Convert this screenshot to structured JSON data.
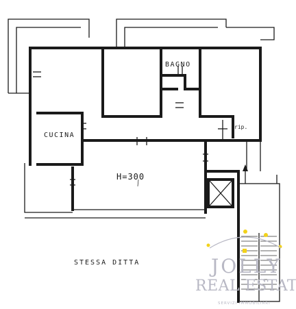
{
  "plan": {
    "rooms": {
      "bath": "BAGNO",
      "kitchen": "CUCINA",
      "living_height": "H=300",
      "closet": "rip."
    },
    "note": "STESSA DITTA"
  },
  "watermark": {
    "line1": "JOLLY",
    "line2": "REAL ESTATE",
    "line3": "SERVIZI IMMOBILIARI",
    "color": "#b8b8c4",
    "accent": "#f2d21a"
  }
}
